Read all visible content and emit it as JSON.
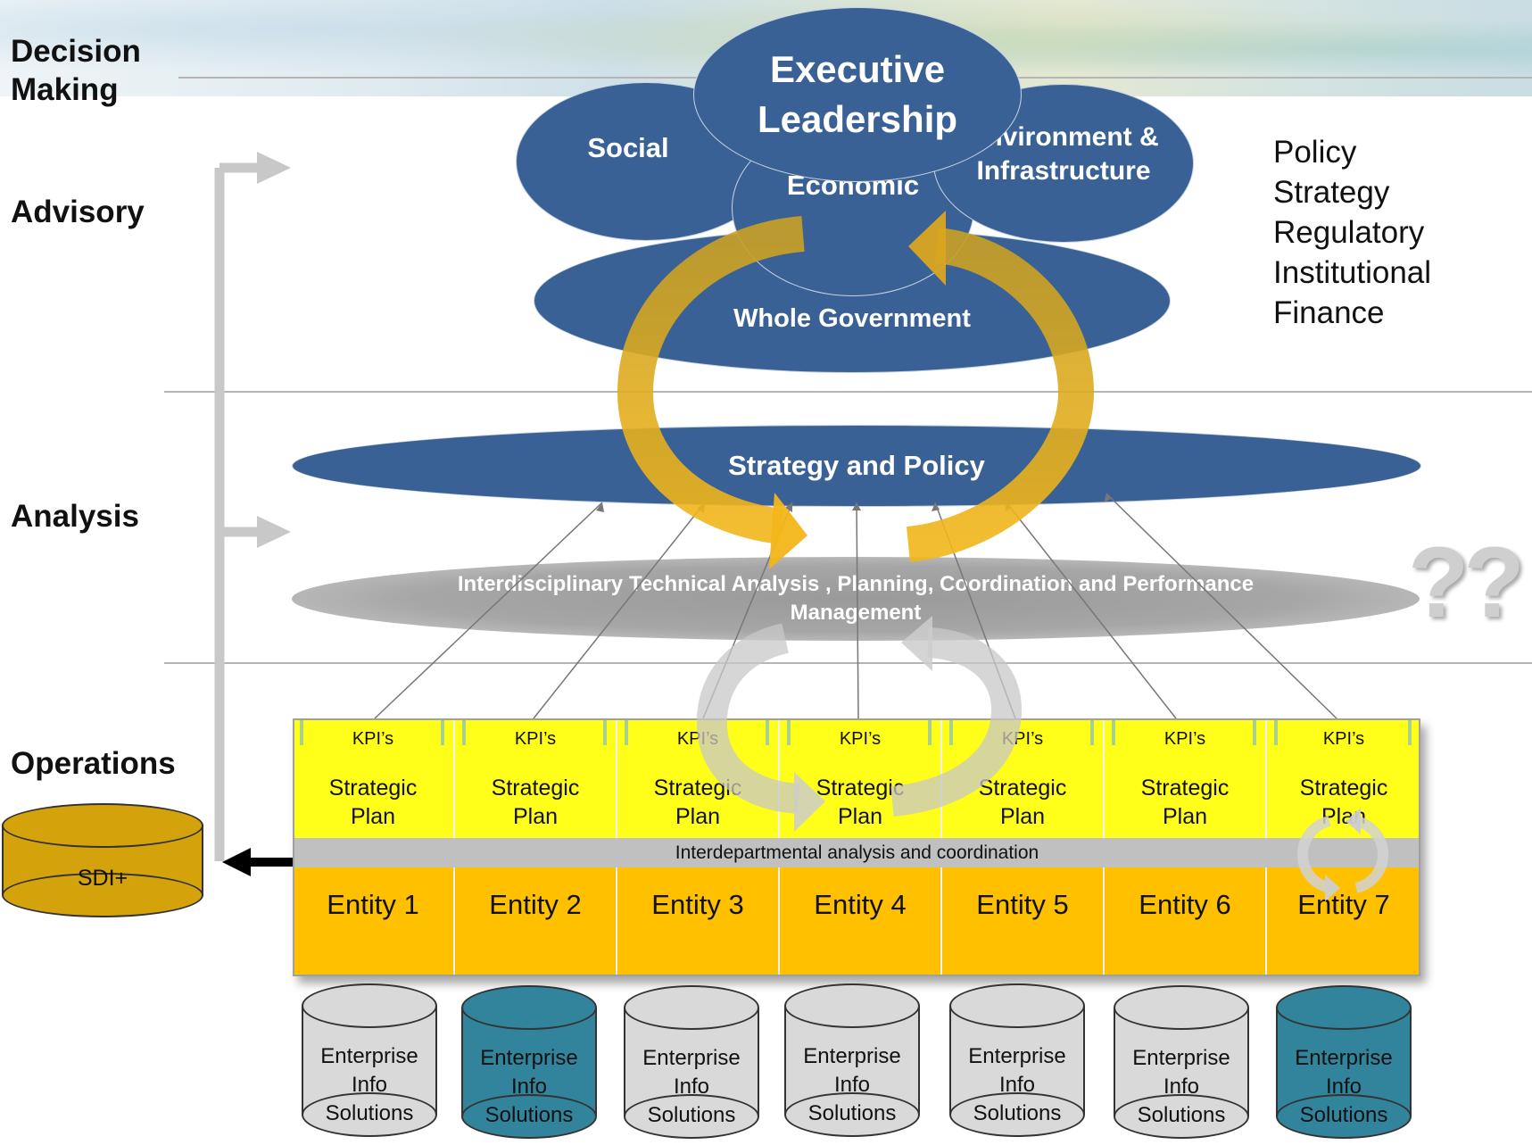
{
  "layers": {
    "decision_making": "Decision\nMaking",
    "advisory": "Advisory",
    "analysis": "Analysis",
    "operations": "Operations"
  },
  "ellipses": {
    "executive": "Executive Leadership",
    "social": "Social",
    "environment": "Environment & Infrastructure",
    "economic": "Economic",
    "whole_government": "Whole Government",
    "strategy_policy": "Strategy and Policy",
    "technical_analysis": "Interdisciplinary Technical Analysis , Planning, Coordination and Performance Management"
  },
  "policy_areas": [
    "Policy",
    "Strategy",
    "Regulatory",
    "Institutional",
    "Finance"
  ],
  "question_marks": "??",
  "sdi": "SDI+",
  "coordination_bar": "Interdepartmental analysis and coordination",
  "entities": [
    {
      "kpi": "KPI’s",
      "plan": "Strategic Plan",
      "name": "Entity 1"
    },
    {
      "kpi": "KPI’s",
      "plan": "Strategic Plan",
      "name": "Entity 2"
    },
    {
      "kpi": "KPI’s",
      "plan": "Strategic Plan",
      "name": "Entity 3"
    },
    {
      "kpi": "KPI’s",
      "plan": "Strategic Plan",
      "name": "Entity 4"
    },
    {
      "kpi": "KPI’s",
      "plan": "Strategic Plan",
      "name": "Entity 5"
    },
    {
      "kpi": "KPI’s",
      "plan": "Strategic Plan",
      "name": "Entity 6"
    },
    {
      "kpi": "KPI’s",
      "plan": "Strategic Plan",
      "name": "Entity 7"
    }
  ],
  "databases": [
    {
      "label": "Enterprise Info Solutions",
      "fill": "#d9d9d9"
    },
    {
      "label": "Enterprise Info Solutions",
      "fill": "#31849b"
    },
    {
      "label": "Enterprise Info Solutions",
      "fill": "#d9d9d9"
    },
    {
      "label": "Enterprise Info Solutions",
      "fill": "#d9d9d9"
    },
    {
      "label": "Enterprise Info Solutions",
      "fill": "#d9d9d9"
    },
    {
      "label": "Enterprise Info Solutions",
      "fill": "#d9d9d9"
    },
    {
      "label": "Enterprise Info Solutions",
      "fill": "#31849b"
    }
  ],
  "colors": {
    "navy": "#3a6195",
    "gold": "#f0b41a",
    "kpi_yellow": "#ffff1a",
    "entity_orange": "#ffc000",
    "teal": "#31849b",
    "sdi_gold": "#d4a20a"
  }
}
